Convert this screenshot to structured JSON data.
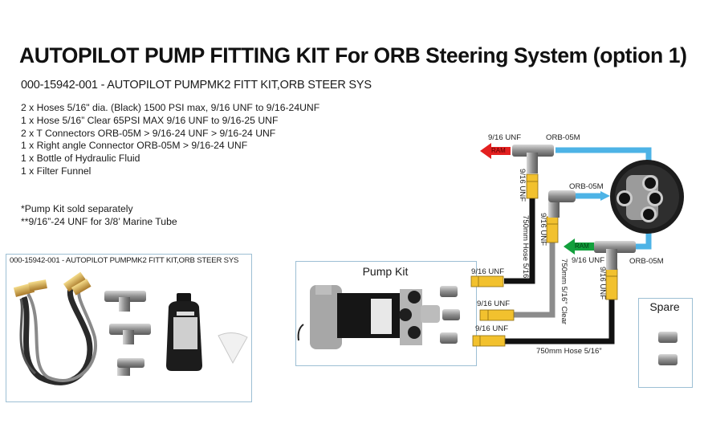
{
  "header": {
    "title": "AUTOPILOT PUMP FITTING KIT For ORB Steering System (option 1)",
    "subtitle": "000-15942-001 - AUTOPILOT PUMPMK2 FITT KIT,ORB STEER SYS"
  },
  "parts_list": [
    "2 x Hoses 5/16\" dia. (Black) 1500 PSI max, 9/16 UNF to 9/16-24UNF",
    "1 x Hose 5/16” Clear 65PSI MAX 9/16 UNF to 9/16-25 UNF",
    "2 x T Connectors ORB-05M > 9/16-24 UNF > 9/16-24 UNF",
    "1 x Right angle Connector ORB-05M > 9/16-24 UNF",
    "1 x Bottle of Hydraulic Fluid",
    "1 x Filter Funnel"
  ],
  "notes": [
    "*Pump Kit sold separately",
    "**9/16”-24 UNF for 3/8’ Marine Tube"
  ],
  "kit_photo": {
    "caption": "000-15942-001 - AUTOPILOT PUMPMK2 FITT KIT,ORB STEER SYS"
  },
  "pump_kit": {
    "title": "Pump Kit"
  },
  "spare": {
    "title": "Spare"
  },
  "diagram": {
    "colors": {
      "hydraulic_line": "#4db3e6",
      "black_hose": "#111111",
      "clear_hose": "#8c8c8c",
      "fitting": "#f2c12e",
      "ram_left": "#e32020",
      "ram_right": "#12a03c"
    },
    "labels": {
      "unf_top_left": "9/16 UNF",
      "orb_top": "ORB-05M",
      "ram_top": "RAM",
      "unf_vertical_1": "9/16 UNF",
      "orb_middle": "ORB-05M",
      "unf_vertical_2": "9/16 UNF",
      "hose_black_vertical": "750mm Hose 5/16”",
      "hose_clear_vertical": "750mm 5/16” Clear",
      "ram_bottom": "RAM",
      "unf_mid_right": "9/16 UNF",
      "orb_bottom": "ORB-05M",
      "unf_vertical_3": "9/16 UNF",
      "pump_port_1": "9/16 UNF",
      "pump_port_2": "9/16 UNF",
      "pump_port_3": "9/16 UNF",
      "hose_black_bottom": "750mm Hose 5/16”"
    }
  }
}
